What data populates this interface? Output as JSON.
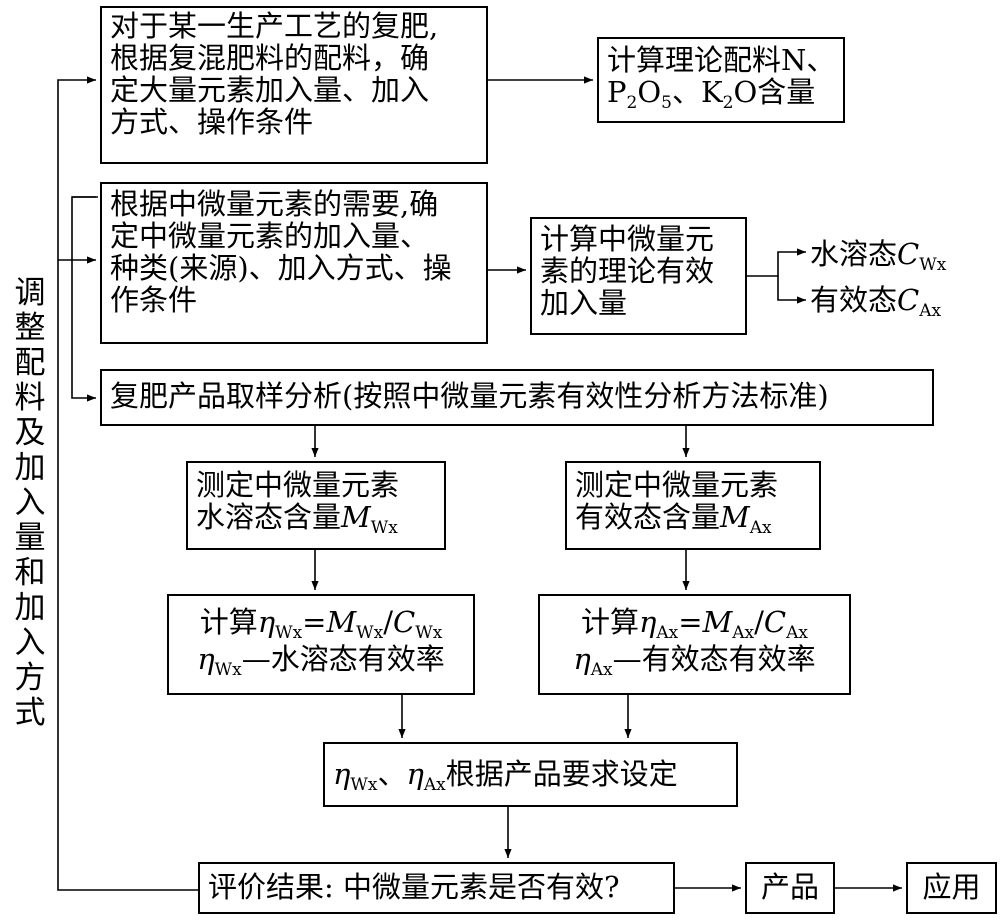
{
  "boxes": {
    "compound_fertilizer": {
      "lines": [
        "对于某一生产工艺的复肥,",
        "根据复混肥料的配料，确",
        "定大量元素加入量、加入",
        "方式、操作条件"
      ]
    },
    "calc_npk": {
      "line1": "计算理论配料N、",
      "p": "P",
      "p_sub": "2",
      "o": "O",
      "o_sub": "5",
      "sep": "、",
      "k": "K",
      "k_sub": "2",
      "tail": "O含量"
    },
    "micro_elements": {
      "lines": [
        "根据中微量元素的需要,确",
        "定中微量元素的加入量、",
        "种类(来源)、加入方式、操",
        "作条件"
      ]
    },
    "calc_micro": {
      "lines": [
        "计算中微量元",
        "素的理论有效",
        "加入量"
      ]
    },
    "sampling": {
      "line": "复肥产品取样分析(按照中微量元素有效性分析方法标准)"
    },
    "measure_water": {
      "line1": "测定中微量元素",
      "line2_prefix": "水溶态含量",
      "var": "M",
      "sub": "Wx"
    },
    "measure_avail": {
      "line1": "测定中微量元素",
      "line2_prefix": "有效态含量",
      "var": "M",
      "sub": "Ax"
    },
    "calc_eta_w": {
      "prefix": "计算",
      "eta": "η",
      "eta_sub": "Wx",
      "eq": "=",
      "m": "M",
      "m_sub": "Wx",
      "slash": "/",
      "c": "C",
      "c_sub": "Wx",
      "line2_eta": "η",
      "line2_sub": "Wx",
      "line2_text": "—水溶态有效率"
    },
    "calc_eta_a": {
      "prefix": "计算",
      "eta": "η",
      "eta_sub": "Ax",
      "eq": "=",
      "m": "M",
      "m_sub": "Ax",
      "slash": "/",
      "c": "C",
      "c_sub": "Ax",
      "line2_eta": "η",
      "line2_sub": "Ax",
      "line2_text": "—有效态有效率"
    },
    "set_by_req": {
      "eta1": "η",
      "eta1_sub": "Wx",
      "sep": "、",
      "eta2": "η",
      "eta2_sub": "Ax",
      "text": "根据产品要求设定"
    },
    "evaluate": {
      "line": "评价结果: 中微量元素是否有效?"
    },
    "product": {
      "line": "产品"
    },
    "apply": {
      "line": "应用"
    }
  },
  "labels": {
    "water_state": {
      "text": "水溶态",
      "var": "C",
      "sub": "Wx"
    },
    "avail_state": {
      "text": "有效态",
      "var": "C",
      "sub": "Ax"
    }
  },
  "side_label": [
    "调",
    "整",
    "配",
    "料",
    "及",
    "加",
    "入",
    "量",
    "和",
    "加",
    "入",
    "方",
    "式"
  ]
}
